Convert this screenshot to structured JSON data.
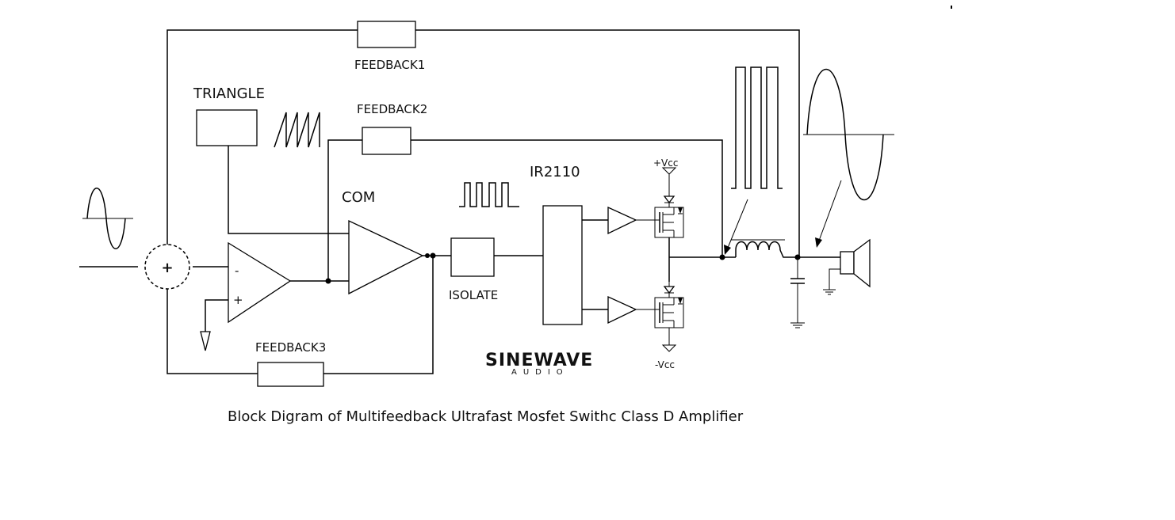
{
  "labels": {
    "feedback1": "FEEDBACK1",
    "feedback2": "FEEDBACK2",
    "feedback3": "FEEDBACK3",
    "triangle": "TRIANGLE",
    "com": "COM",
    "isolate": "ISOLATE",
    "ir2110": "IR2110",
    "plus_vcc": "+Vcc",
    "minus_vcc": "-Vcc",
    "summer_sign": "+",
    "opamp_minus": "-",
    "opamp_plus": "+"
  },
  "logo": {
    "main": "SINEWAVE",
    "sub": "AUDIO"
  },
  "caption": "Block Digram of Multifeedback Ultrafast Mosfet Swithc Class D Amplifier"
}
